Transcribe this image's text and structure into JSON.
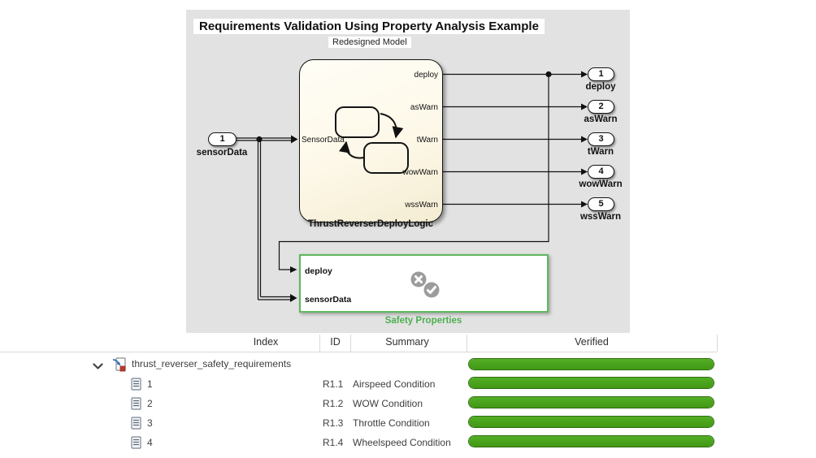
{
  "model": {
    "title": "Requirements Validation Using Property Analysis Example",
    "subtitle": "Redesigned Model",
    "chart": {
      "name": "ThrustReverserDeployLogic",
      "input_port": "SensorData",
      "output_ports": [
        "deploy",
        "asWarn",
        "tWarn",
        "wowWarn",
        "wssWarn"
      ]
    },
    "inport": {
      "number": "1",
      "label": "sensorData"
    },
    "outports": [
      {
        "number": "1",
        "label": "deploy"
      },
      {
        "number": "2",
        "label": "asWarn"
      },
      {
        "number": "3",
        "label": "tWarn"
      },
      {
        "number": "4",
        "label": "wowWarn"
      },
      {
        "number": "5",
        "label": "wssWarn"
      }
    ],
    "safety_block": {
      "label": "Safety Properties",
      "input_ports": [
        "deploy",
        "sensorData"
      ]
    }
  },
  "table": {
    "columns": [
      "Index",
      "ID",
      "Summary",
      "Verified"
    ],
    "root": {
      "label": "thrust_reverser_safety_requirements",
      "verified_pct": 100
    },
    "rows": [
      {
        "index": "1",
        "id": "R1.1",
        "summary": "Airspeed Condition",
        "verified_pct": 100
      },
      {
        "index": "2",
        "id": "R1.2",
        "summary": "WOW Condition",
        "verified_pct": 100
      },
      {
        "index": "3",
        "id": "R1.3",
        "summary": "Throttle Condition",
        "verified_pct": 100
      },
      {
        "index": "4",
        "id": "R1.4",
        "summary": "Wheelspeed Condition",
        "verified_pct": 100
      }
    ]
  },
  "colors": {
    "canvas_bg": "#e2e2e2",
    "verified_fill": "#4aa41d",
    "verified_border": "#2e6d11",
    "safety_green": "#4CAF50"
  }
}
